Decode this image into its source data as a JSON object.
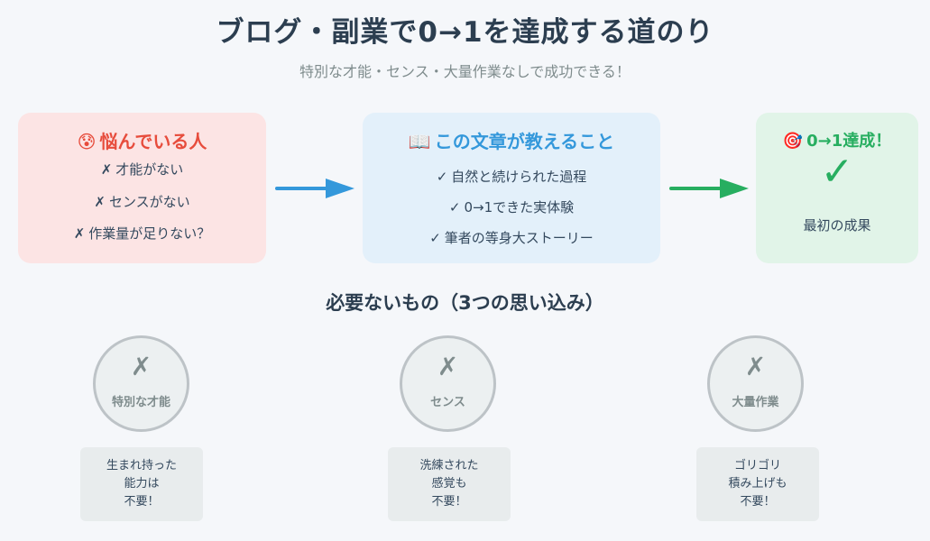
{
  "header": {
    "title": "ブログ・副業で0→1を達成する道のり",
    "subtitle": "特別な才能・センス・大量作業なしで成功できる！"
  },
  "flow": {
    "problem": {
      "emoji": "😰",
      "title": "悩んでいる人",
      "mark": "✗",
      "items": [
        "才能がない",
        "センスがない",
        "作業量が足りない？"
      ]
    },
    "content": {
      "emoji": "📖",
      "title": "この文章が教えること",
      "mark": "✓",
      "items": [
        "自然と続けられた過程",
        "0→1できた実体験",
        "筆者の等身大ストーリー"
      ]
    },
    "goal": {
      "emoji": "🎯",
      "title": "0→1達成！",
      "check": "✓",
      "caption": "最初の成果"
    },
    "arrow_colors": [
      "#3498db",
      "#27ae60"
    ]
  },
  "not_needed": {
    "title": "必要ないもの（3つの思い込み）",
    "x_mark": "✗",
    "items": [
      {
        "label": "特別な才能",
        "note": [
          "生まれ持った",
          "能力は",
          "不要！"
        ]
      },
      {
        "label": "センス",
        "note": [
          "洗練された",
          "感覚も",
          "不要！"
        ]
      },
      {
        "label": "大量作業",
        "note": [
          "ゴリゴリ",
          "積み上げも",
          "不要！"
        ]
      }
    ]
  },
  "colors": {
    "background": "#f5f7fa",
    "problem_bg": "#fce4e4",
    "problem_accent": "#e74c3c",
    "content_bg": "#e3f0fa",
    "content_accent": "#3498db",
    "goal_bg": "#e1f4e8",
    "goal_accent": "#27ae60"
  }
}
